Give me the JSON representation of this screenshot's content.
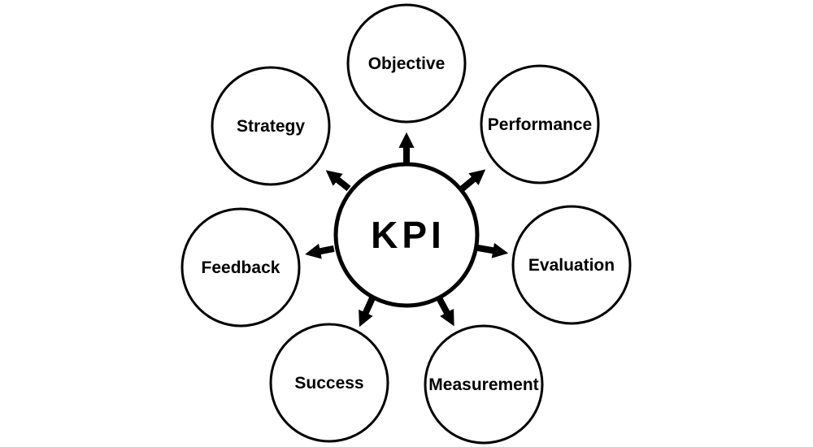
{
  "diagram": {
    "type": "hub-and-spoke",
    "center": {
      "id": "kpi",
      "label": "KPI"
    },
    "nodes": [
      {
        "id": "objective",
        "label": "Objective",
        "position": "top"
      },
      {
        "id": "performance",
        "label": "Performance",
        "position": "top-right"
      },
      {
        "id": "evaluation",
        "label": "Evaluation",
        "position": "right"
      },
      {
        "id": "measurement",
        "label": "Measurement",
        "position": "bottom-right"
      },
      {
        "id": "success",
        "label": "Success",
        "position": "bottom-left"
      },
      {
        "id": "feedback",
        "label": "Feedback",
        "position": "left"
      },
      {
        "id": "strategy",
        "label": "Strategy",
        "position": "top-left"
      }
    ],
    "edges": [
      {
        "from": "kpi",
        "to": "objective",
        "style": "arrow"
      },
      {
        "from": "kpi",
        "to": "performance",
        "style": "arrow"
      },
      {
        "from": "kpi",
        "to": "evaluation",
        "style": "arrow"
      },
      {
        "from": "kpi",
        "to": "measurement",
        "style": "arrow"
      },
      {
        "from": "kpi",
        "to": "success",
        "style": "arrow"
      },
      {
        "from": "kpi",
        "to": "feedback",
        "style": "arrow"
      },
      {
        "from": "kpi",
        "to": "strategy",
        "style": "arrow"
      }
    ],
    "colors": {
      "line": "#000000",
      "text": "#000000",
      "background": "#ffffff"
    }
  }
}
